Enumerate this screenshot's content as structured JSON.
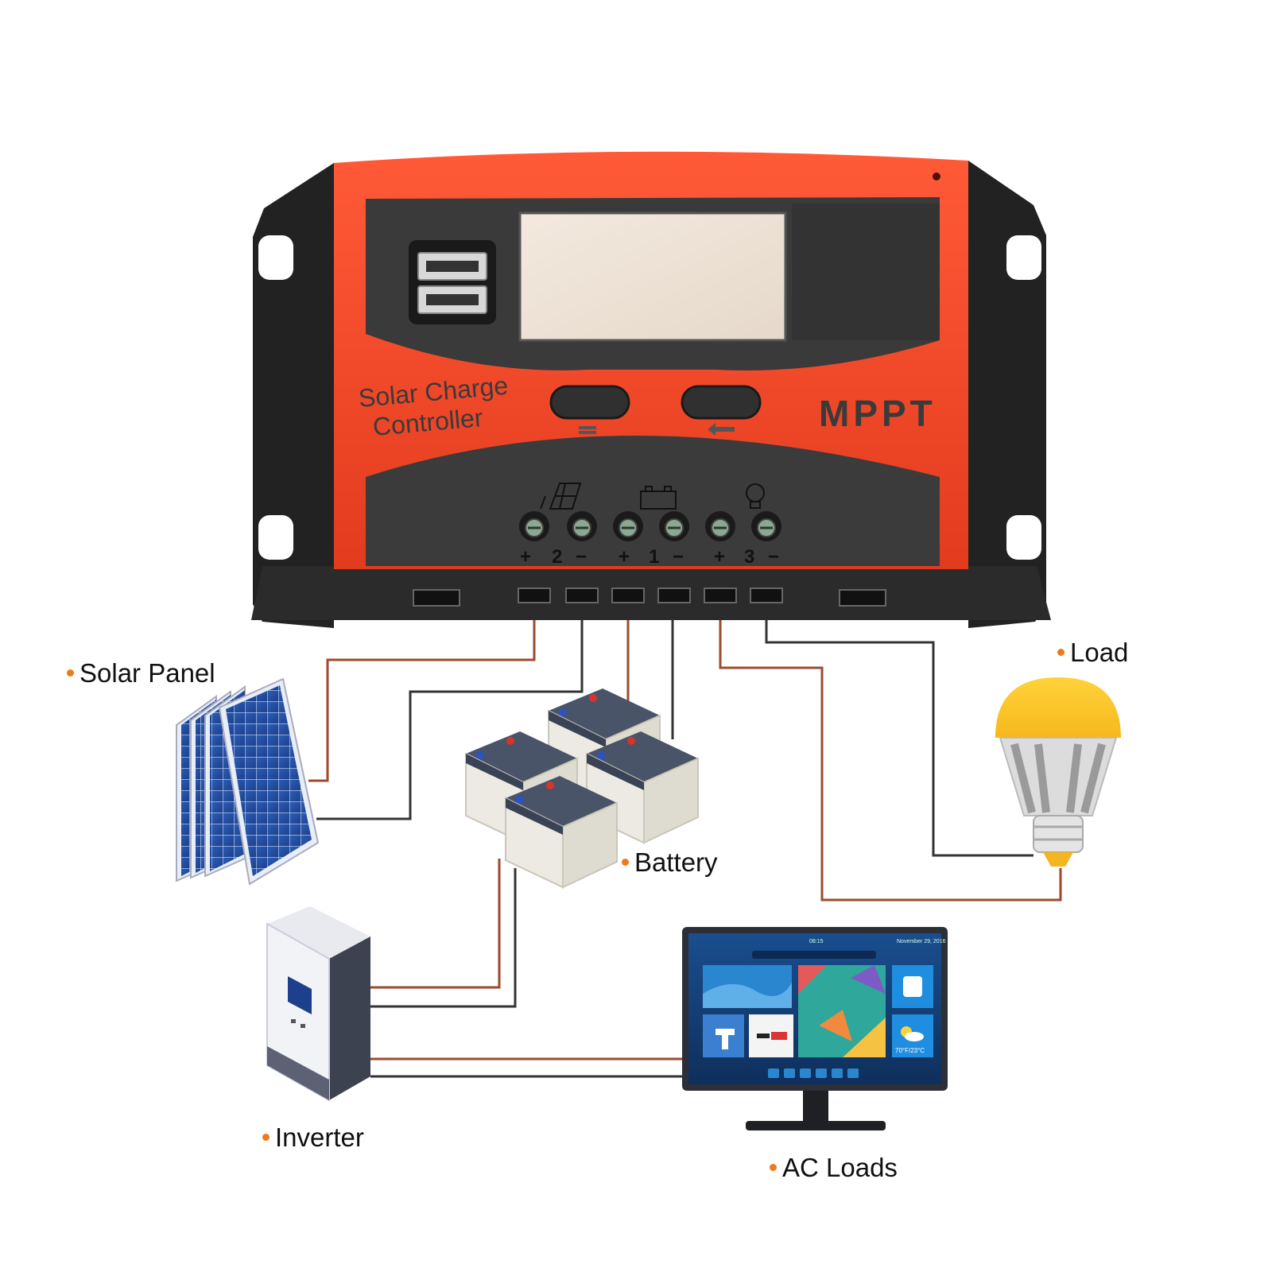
{
  "controller": {
    "brand_line1": "Solar Charge",
    "brand_line2": "Controller",
    "model": "MPPT",
    "terminals": [
      {
        "sign": "+",
        "group": "2"
      },
      {
        "sign": "−",
        "group": ""
      },
      {
        "sign": "+",
        "group": "1"
      },
      {
        "sign": "−",
        "group": ""
      },
      {
        "sign": "+",
        "group": "3"
      },
      {
        "sign": "−",
        "group": ""
      }
    ],
    "group_labels": [
      "2",
      "1",
      "3"
    ],
    "icons": [
      "solar-panel-icon",
      "battery-icon",
      "bulb-icon"
    ]
  },
  "labels": {
    "solar_panel": "Solar Panel",
    "load": "Load",
    "battery": "Battery",
    "inverter": "Inverter",
    "ac_loads": "AC Loads"
  },
  "monitor": {
    "time": "08:15",
    "date": "November 29, 2016",
    "weather": "70°F/23°C"
  },
  "colors": {
    "accent_dot": "#f07a1a",
    "wire_positive": "#9c4a2e",
    "wire_negative": "#333333",
    "controller_orange": "#f0482a"
  }
}
